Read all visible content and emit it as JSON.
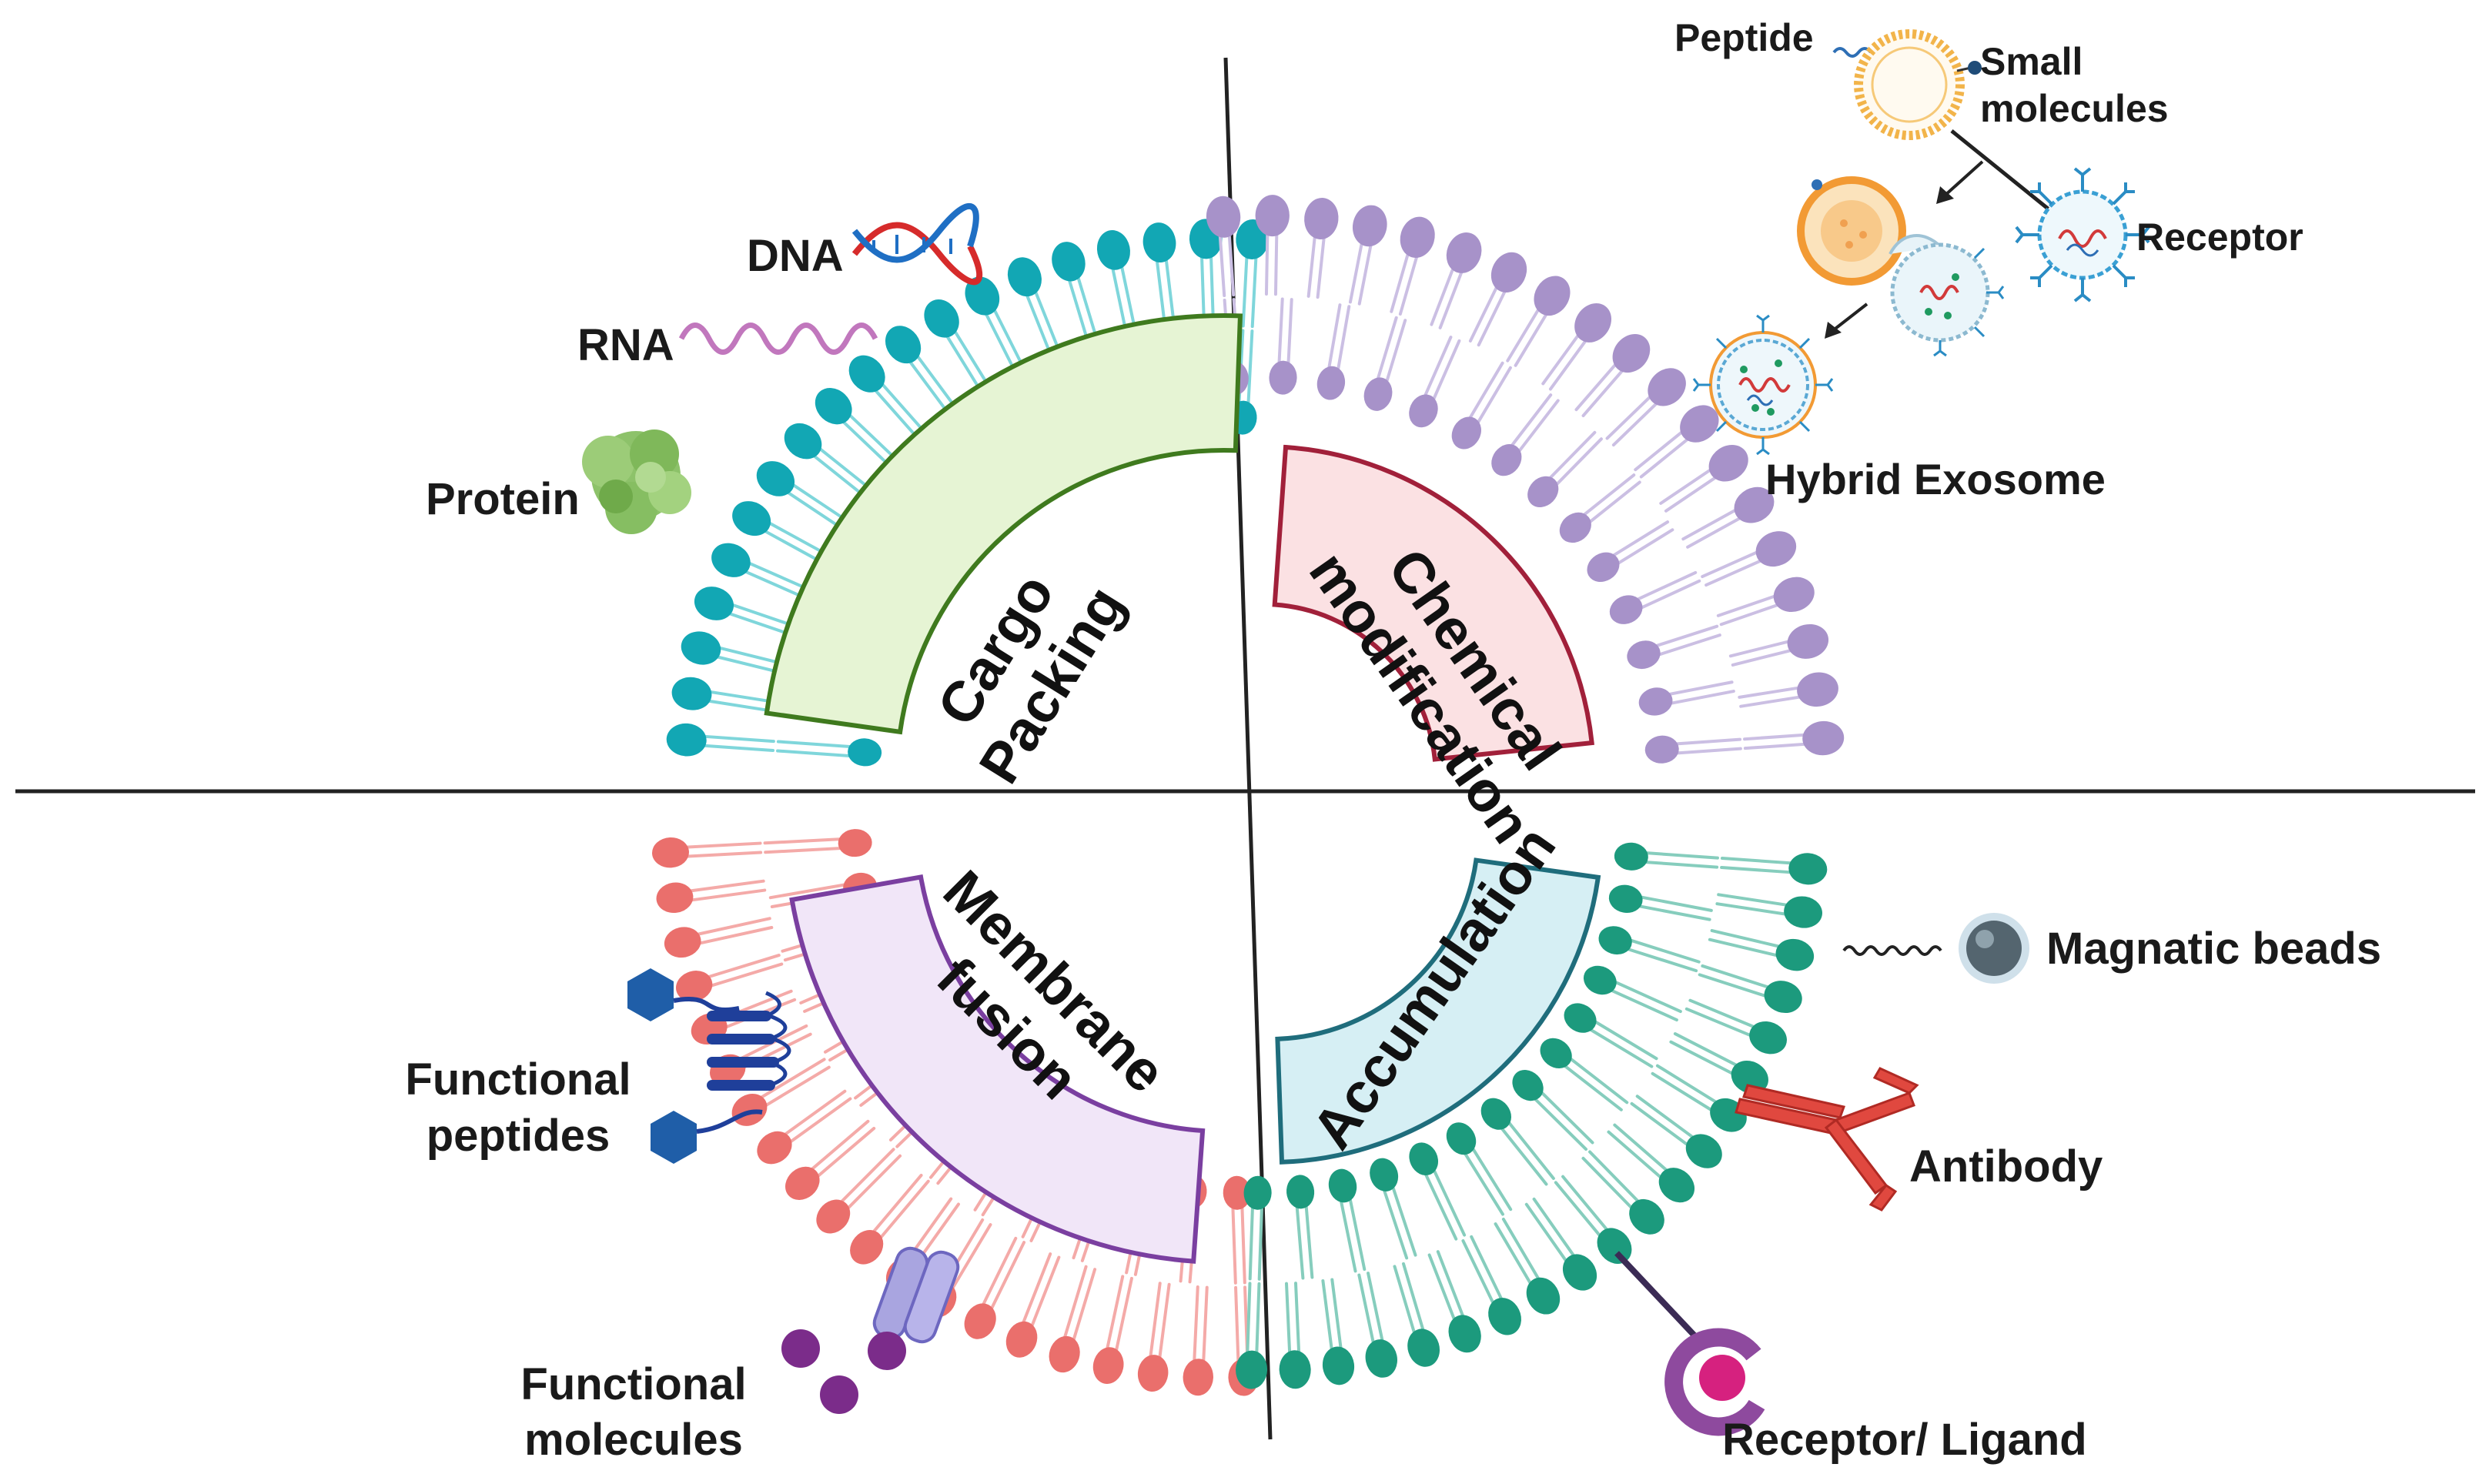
{
  "panels": {
    "cargo": {
      "line1": "Cargo",
      "line2": "Packing",
      "fill": "#e6f4d4",
      "stroke": "#3f7a1e",
      "head_color": "#12a7b4",
      "tail_color": "#7fd6db"
    },
    "chemical": {
      "line1": "Chemical",
      "line2": "modification",
      "fill": "#fbe1e3",
      "stroke": "#a1203a",
      "head_color": "#a792c9",
      "tail_color": "#cbbfe3"
    },
    "membrane": {
      "line1": "Membrane",
      "line2": "fusion",
      "fill": "#f1e6f8",
      "stroke": "#7a3fa0",
      "head_color": "#ea6f6c",
      "tail_color": "#f4aaa8"
    },
    "accumulation": {
      "line1": "Accumulation",
      "fill": "#d6eff4",
      "stroke": "#1f6d7c",
      "head_color": "#1c9a7d",
      "tail_color": "#86cdbd"
    }
  },
  "labels": {
    "dna": "DNA",
    "rna": "RNA",
    "protein": "Protein",
    "peptide": "Peptide",
    "small_molecules_1": "Small",
    "small_molecules_2": "molecules",
    "receptor": "Receptor",
    "hybrid_exosome": "Hybrid Exosome",
    "functional_peptides_1": "Functional",
    "functional_peptides_2": "peptides",
    "functional_molecules_1": "Functional",
    "functional_molecules_2": "molecules",
    "magnatic_beads": "Magnatic beads",
    "antibody": "Antibody",
    "receptor_ligand": "Receptor/ Ligand"
  }
}
